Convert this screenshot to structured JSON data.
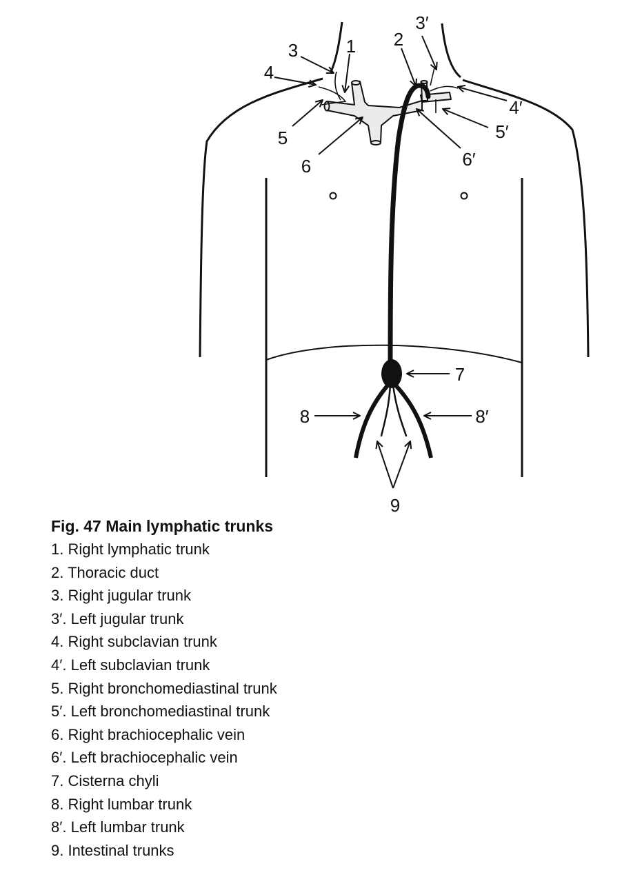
{
  "figure": {
    "title": "Fig. 47  Main lymphatic trunks",
    "labels": {
      "n1": "1",
      "n2": "2",
      "n3": "3",
      "n3p": "3′",
      "n4": "4",
      "n4p": "4′",
      "n5": "5",
      "n5p": "5′",
      "n6": "6",
      "n6p": "6′",
      "n7": "7",
      "n8": "8",
      "n8p": "8′",
      "n9": "9"
    },
    "legend": [
      "1. Right lymphatic trunk",
      "2. Thoracic duct",
      "3. Right jugular trunk",
      "3′. Left jugular trunk",
      "4. Right subclavian trunk",
      "4′. Left subclavian trunk",
      "5. Right bronchomediastinal trunk",
      "5′. Left bronchomediastinal trunk",
      "6. Right brachiocephalic vein",
      "6′. Left brachiocephalic vein",
      "7. Cisterna chyli",
      "8. Right lumbar trunk",
      "8′. Left lumbar trunk",
      "9. Intestinal trunks"
    ]
  },
  "colors": {
    "ink": "#111111",
    "vein_fill": "#ebebeb",
    "background": "#ffffff"
  }
}
